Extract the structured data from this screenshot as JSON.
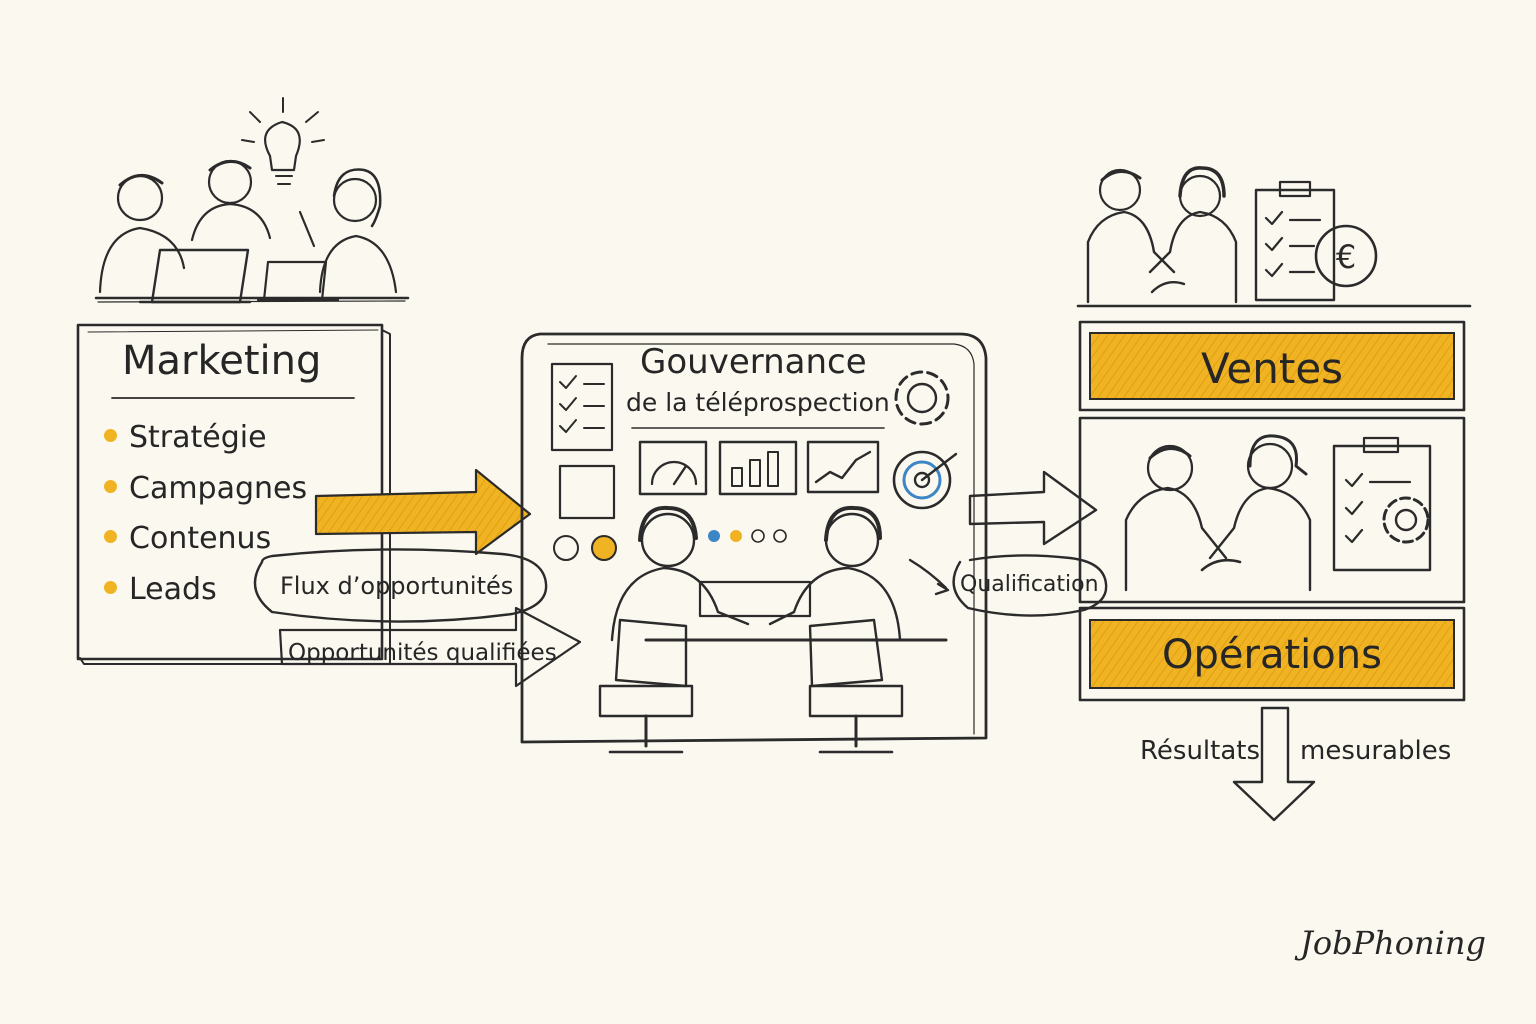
{
  "marketing": {
    "title": "Marketing",
    "items": [
      "Stratégie",
      "Campagnes",
      "Contenus",
      "Leads"
    ]
  },
  "flows": {
    "opportunity_flow": "Flux d’opportunités",
    "qualified_opportunities": "Opportunités qualifiées",
    "qualification": "Qualification"
  },
  "governance": {
    "title_line1": "Gouvernance",
    "title_line2": "de la téléprospection"
  },
  "sales": {
    "title": "Ventes"
  },
  "operations": {
    "title": "Opérations"
  },
  "results": {
    "left": "Résultats",
    "right": "mesurables"
  },
  "brand": {
    "name": "JobPhoning"
  },
  "colors": {
    "accent": "#f0b323",
    "ink": "#2b2b2b",
    "background": "#fbf8ef"
  },
  "icons": [
    "lightbulb-icon",
    "laptop-icon",
    "checklist-icon",
    "gear-icon",
    "gauge-icon",
    "bar-chart-icon",
    "line-chart-icon",
    "target-icon",
    "headset-icon",
    "handshake-icon",
    "clipboard-icon",
    "euro-icon",
    "arrow-right-icon",
    "arrow-down-icon"
  ]
}
